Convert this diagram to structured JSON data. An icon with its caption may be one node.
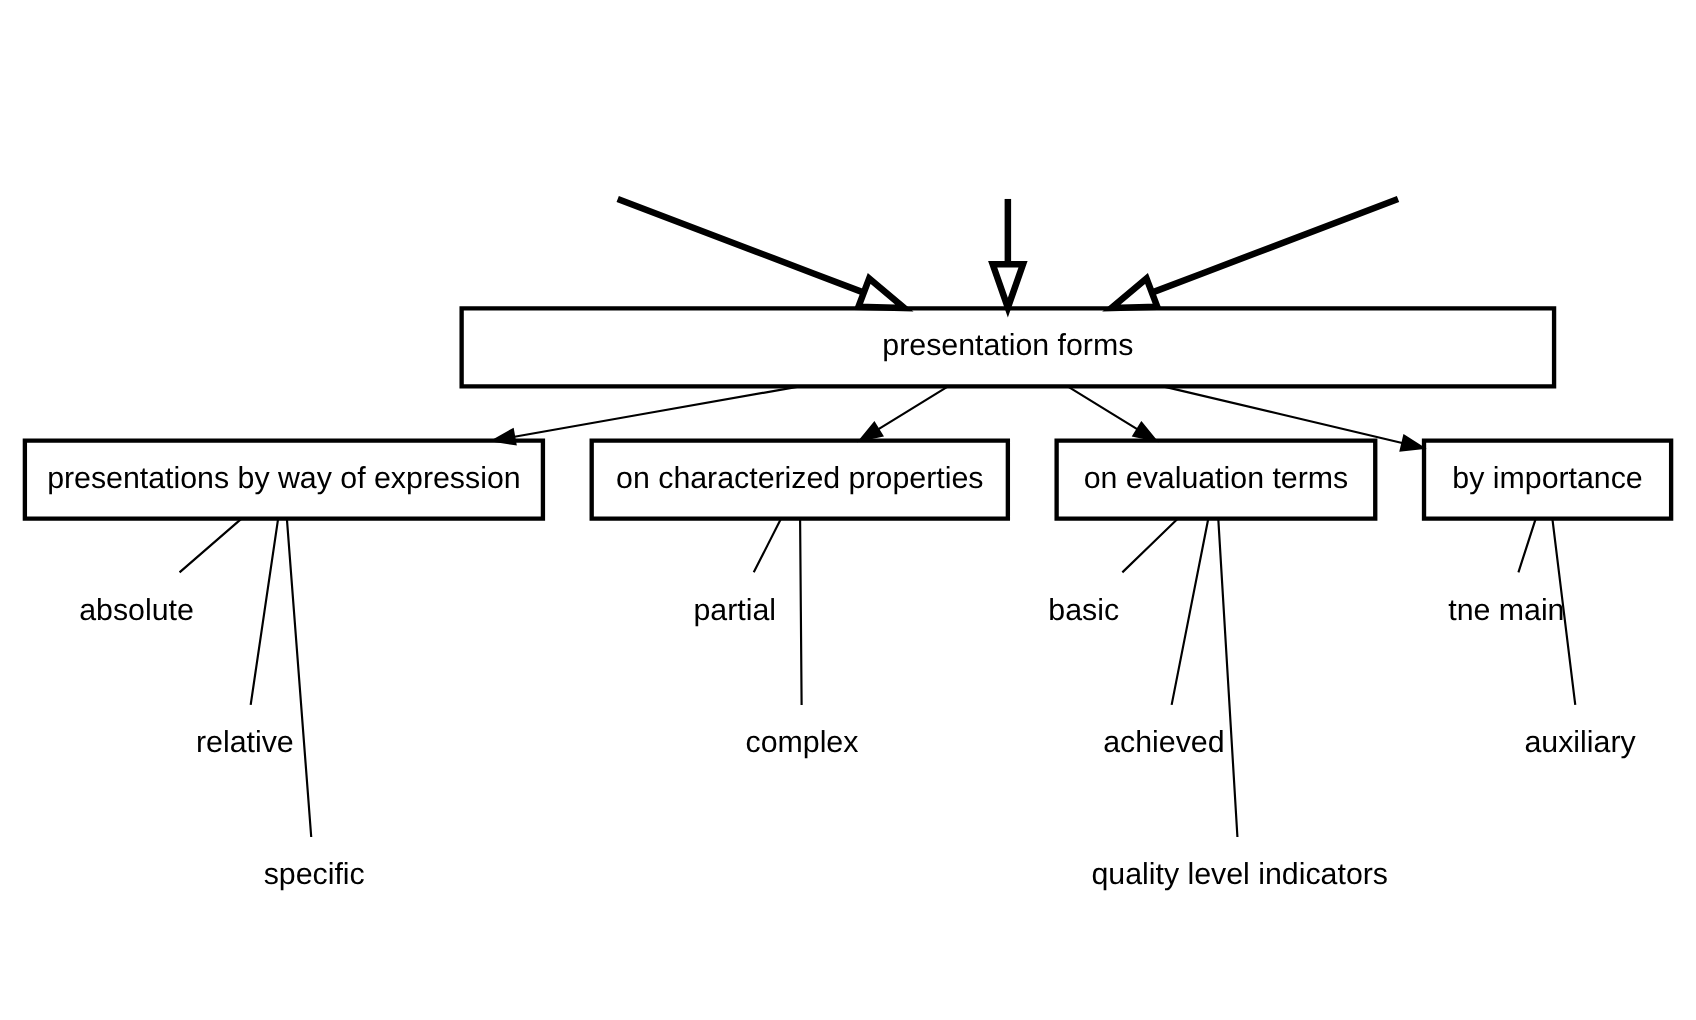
{
  "diagram": {
    "nodes": [
      {
        "text": [
          "presentation forms"
        ]
      },
      {
        "text": [
          "presentations by way of expression"
        ]
      },
      {
        "text": [
          "on characterized properties"
        ]
      },
      {
        "text": [
          "on evaluation terms"
        ]
      },
      {
        "text": [
          "by importance"
        ]
      },
      {
        "text": [
          "absolute"
        ]
      },
      {
        "text": [
          "relative"
        ]
      },
      {
        "text": [
          "specific"
        ]
      },
      {
        "text": [
          "partial"
        ]
      },
      {
        "text": [
          "complex"
        ]
      },
      {
        "text": [
          "basic"
        ]
      },
      {
        "text": [
          "achieved"
        ]
      },
      {
        "text": [
          "quality level indicators"
        ]
      },
      {
        "text": [
          "tne main"
        ]
      },
      {
        "text": [
          "auxiliary"
        ]
      }
    ],
    "edges": [
      {
        "from": null,
        "to": 0,
        "arrow": "to",
        "style": "thick"
      },
      {
        "from": null,
        "to": 0,
        "arrow": "to",
        "style": "thick"
      },
      {
        "from": null,
        "to": 0,
        "arrow": "to",
        "style": "thick"
      },
      {
        "from": 0,
        "to": 1,
        "arrow": "to"
      },
      {
        "from": 0,
        "to": 2,
        "arrow": "to"
      },
      {
        "from": 0,
        "to": 3,
        "arrow": "to"
      },
      {
        "from": 0,
        "to": 4,
        "arrow": "to"
      },
      {
        "from": 1,
        "to": 5,
        "arrow": "none"
      },
      {
        "from": 1,
        "to": 6,
        "arrow": "none"
      },
      {
        "from": 1,
        "to": 7,
        "arrow": "none"
      },
      {
        "from": 2,
        "to": 8,
        "arrow": "none"
      },
      {
        "from": 2,
        "to": 9,
        "arrow": "none"
      },
      {
        "from": 3,
        "to": 10,
        "arrow": "none"
      },
      {
        "from": 3,
        "to": 11,
        "arrow": "none"
      },
      {
        "from": 3,
        "to": 12,
        "arrow": "none"
      },
      {
        "from": 4,
        "to": 13,
        "arrow": "none"
      },
      {
        "from": 4,
        "to": 14,
        "arrow": "none"
      }
    ]
  }
}
